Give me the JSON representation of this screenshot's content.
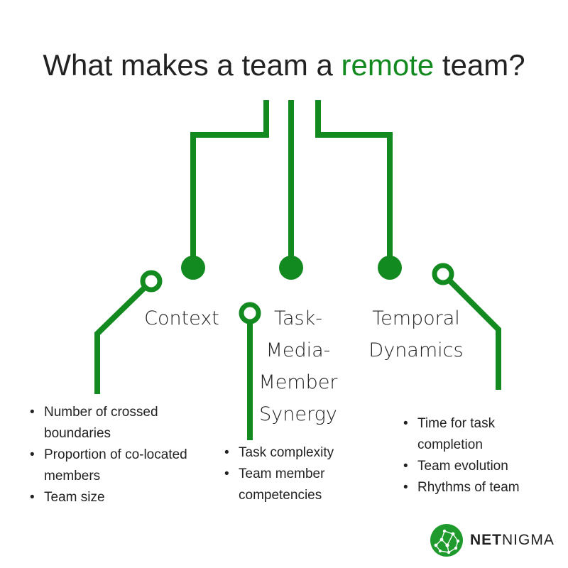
{
  "title": {
    "before": "What makes a team a",
    "accent": "remote",
    "after": "team?"
  },
  "colors": {
    "accent": "#138a1f",
    "text": "#222222",
    "background": "#ffffff"
  },
  "categories": [
    {
      "id": "context",
      "lines": [
        "Context"
      ],
      "bullets": [
        "Number of crossed boundaries",
        "Proportion of co-located members",
        "Team size"
      ]
    },
    {
      "id": "task",
      "lines": [
        "Task-",
        "Media-",
        "Member",
        "Synergy"
      ],
      "bullets": [
        "Task complexity",
        "Team member competencies"
      ]
    },
    {
      "id": "temporal",
      "lines": [
        "Temporal",
        "Dynamics"
      ],
      "bullets": [
        "Time for task completion",
        "Team evolution",
        "Rhythms of team"
      ]
    }
  ],
  "brand": {
    "logo_icon": "network-globe-icon",
    "part1": "NET",
    "part2": "NIGMA"
  }
}
